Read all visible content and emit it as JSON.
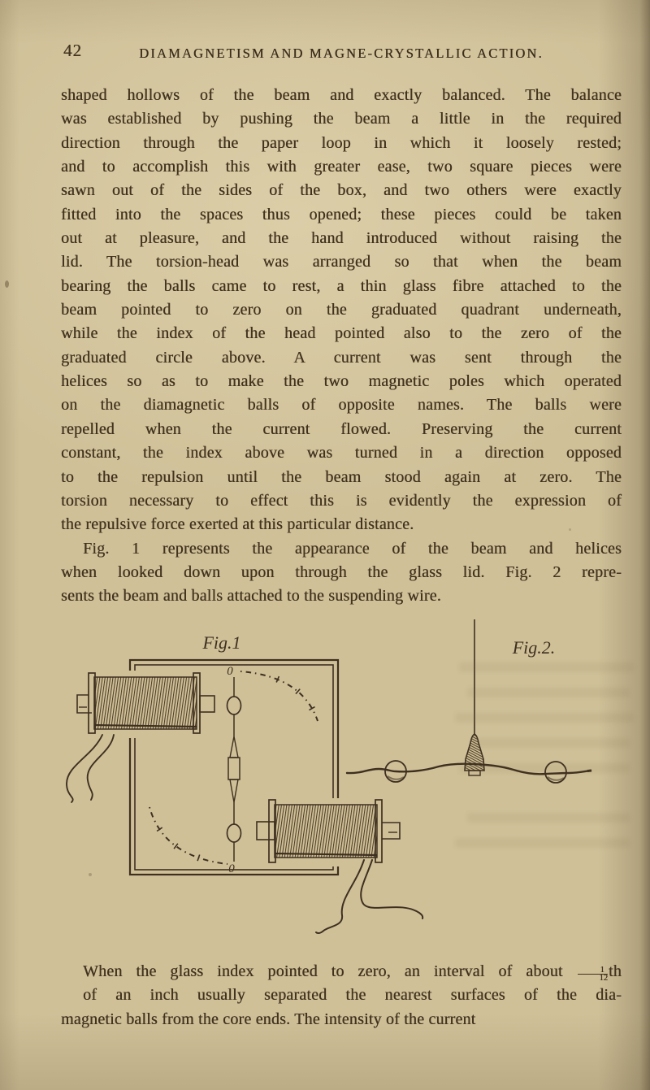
{
  "page": {
    "number": "42",
    "running_title": "DIAMAGNETISM AND MAGNE-CRYSTALLIC ACTION."
  },
  "paragraph1": {
    "lines": [
      "shaped hollows of the beam and exactly balanced. The balance",
      "was established by pushing the beam a little in the required",
      "direction through the paper loop in which it loosely rested;",
      "and to accomplish this with greater ease, two square pieces were",
      "sawn out of the sides of the box, and two others were exactly",
      "fitted into the spaces thus opened; these pieces could be taken",
      "out at pleasure, and the hand introduced without raising the",
      "lid. The torsion-head was arranged so that when the beam",
      "bearing the balls came to rest, a thin glass fibre attached to the",
      "beam pointed to zero on the graduated quadrant underneath,",
      "while the index of the head pointed also to the zero of the",
      "graduated circle above. A current was sent through the",
      "helices so as to make the two magnetic poles which operated",
      "on the diamagnetic balls of opposite names. The balls were",
      "repelled when the current flowed. Preserving the current",
      "constant, the index above was turned in a direction opposed",
      "to the repulsion until the beam stood again at zero. The",
      "torsion necessary to effect this is evidently the expression of",
      "the repulsive force exerted at this particular distance."
    ]
  },
  "paragraph2": {
    "lines": [
      "Fig. 1 represents the appearance of the beam and helices",
      "when looked down upon through the glass lid. Fig. 2 repre-",
      "sents the beam and balls attached to the suspending wire."
    ]
  },
  "paragraph3": {
    "line1_prefix": "When the glass index pointed to zero, an interval of about ",
    "fraction": {
      "numerator": "1",
      "denominator": "12"
    },
    "line1_suffix": "th",
    "lines_rest": [
      "of an inch usually separated the nearest surfaces of the dia-",
      "magnetic balls from the core ends. The intensity of the current"
    ]
  },
  "figures": {
    "fig1": {
      "label": "Fig.1",
      "zero_top": "0",
      "zero_bottom": "0"
    },
    "fig2": {
      "label": "Fig.2."
    }
  },
  "colors": {
    "page": "#cfc098",
    "ink": "#3e3020"
  }
}
